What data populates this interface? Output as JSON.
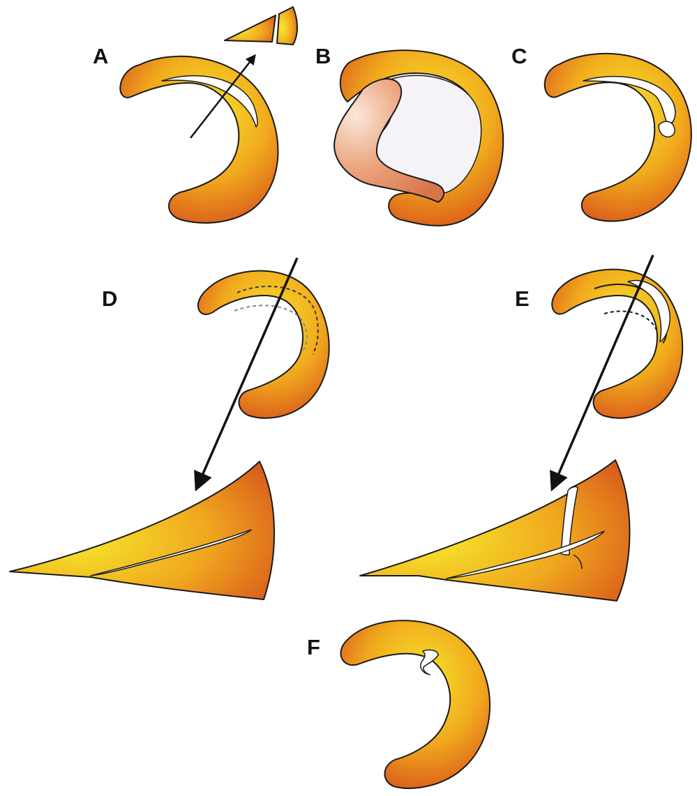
{
  "panels": {
    "a": {
      "label": "A"
    },
    "b": {
      "label": "B"
    },
    "c": {
      "label": "C"
    },
    "d": {
      "label": "D"
    },
    "e": {
      "label": "E"
    },
    "f": {
      "label": "F"
    }
  },
  "colors": {
    "meniscus_light": "#f6e62a",
    "meniscus_mid": "#f1aa1d",
    "meniscus_dark": "#d9581c",
    "flap": "#e8a27a",
    "outline": "#1a1a1a",
    "background": "#ffffff"
  }
}
